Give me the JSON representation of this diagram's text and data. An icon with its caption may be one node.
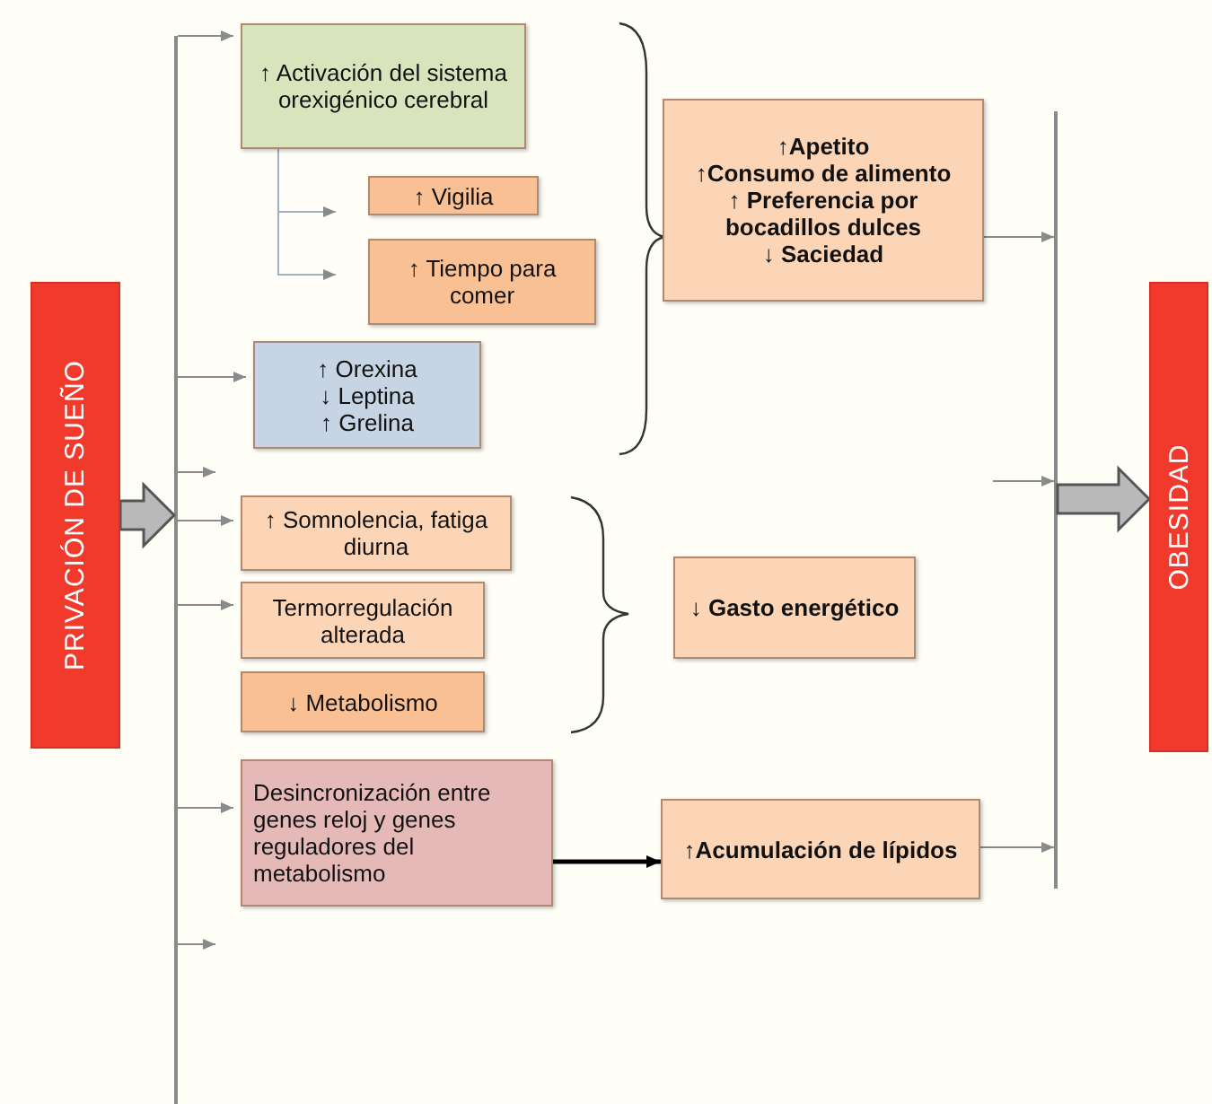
{
  "diagram": {
    "nodes": [
      {
        "text": [
          "PRIVACIÓN DE SUEÑO"
        ]
      },
      {
        "text": [
          "↑ Activación del sistema orexigénico cerebral"
        ]
      },
      {
        "text": [
          "↑ Vigilia"
        ]
      },
      {
        "text": [
          "↑ Tiempo para comer"
        ]
      },
      {
        "text": [
          "↑ Orexina",
          "↓ Leptina",
          "↑ Grelina"
        ]
      },
      {
        "text": [
          "↑ Somnolencia, fatiga diurna"
        ]
      },
      {
        "text": [
          "Termorregulación alterada"
        ]
      },
      {
        "text": [
          "↓ Metabolismo"
        ]
      },
      {
        "text": [
          "Desincronización entre genes reloj y genes reguladores del metabolismo"
        ]
      },
      {
        "text": [
          "↑Apetito",
          "↑Consumo de alimento",
          "↑ Preferencia por bocadillos dulces",
          "↓ Saciedad"
        ]
      },
      {
        "text": [
          "↓ Gasto energético"
        ]
      },
      {
        "text": [
          "↑Acumulación de lípidos"
        ]
      },
      {
        "text": [
          "OBESIDAD"
        ]
      },
      {
        "text": [],
        "shape": "bar"
      },
      {
        "text": [],
        "shape": "bar"
      }
    ],
    "edges": [
      {
        "from": 0,
        "to": 13,
        "arrow": "to",
        "style": "thick"
      },
      {
        "from": 13,
        "to": 1,
        "arrow": "to"
      },
      {
        "from": 13,
        "to": 4,
        "arrow": "to"
      },
      {
        "from": 13,
        "to": null,
        "arrow": "to"
      },
      {
        "from": 13,
        "to": 5,
        "arrow": "to"
      },
      {
        "from": 13,
        "to": 6,
        "arrow": "to"
      },
      {
        "from": 13,
        "to": 8,
        "arrow": "to"
      },
      {
        "from": 13,
        "to": null,
        "arrow": "to"
      },
      {
        "from": 1,
        "to": 2,
        "arrow": "to"
      },
      {
        "from": 1,
        "to": 3,
        "arrow": "to"
      },
      {
        "from": 9,
        "to": 14,
        "arrow": "to"
      },
      {
        "from": null,
        "to": 14,
        "arrow": "to"
      },
      {
        "from": 11,
        "to": 14,
        "arrow": "to"
      },
      {
        "from": 14,
        "to": 12,
        "arrow": "to",
        "style": "thick"
      },
      {
        "from": 8,
        "to": 11,
        "arrow": "to",
        "style": "thick",
        "color": "#000000"
      }
    ]
  }
}
